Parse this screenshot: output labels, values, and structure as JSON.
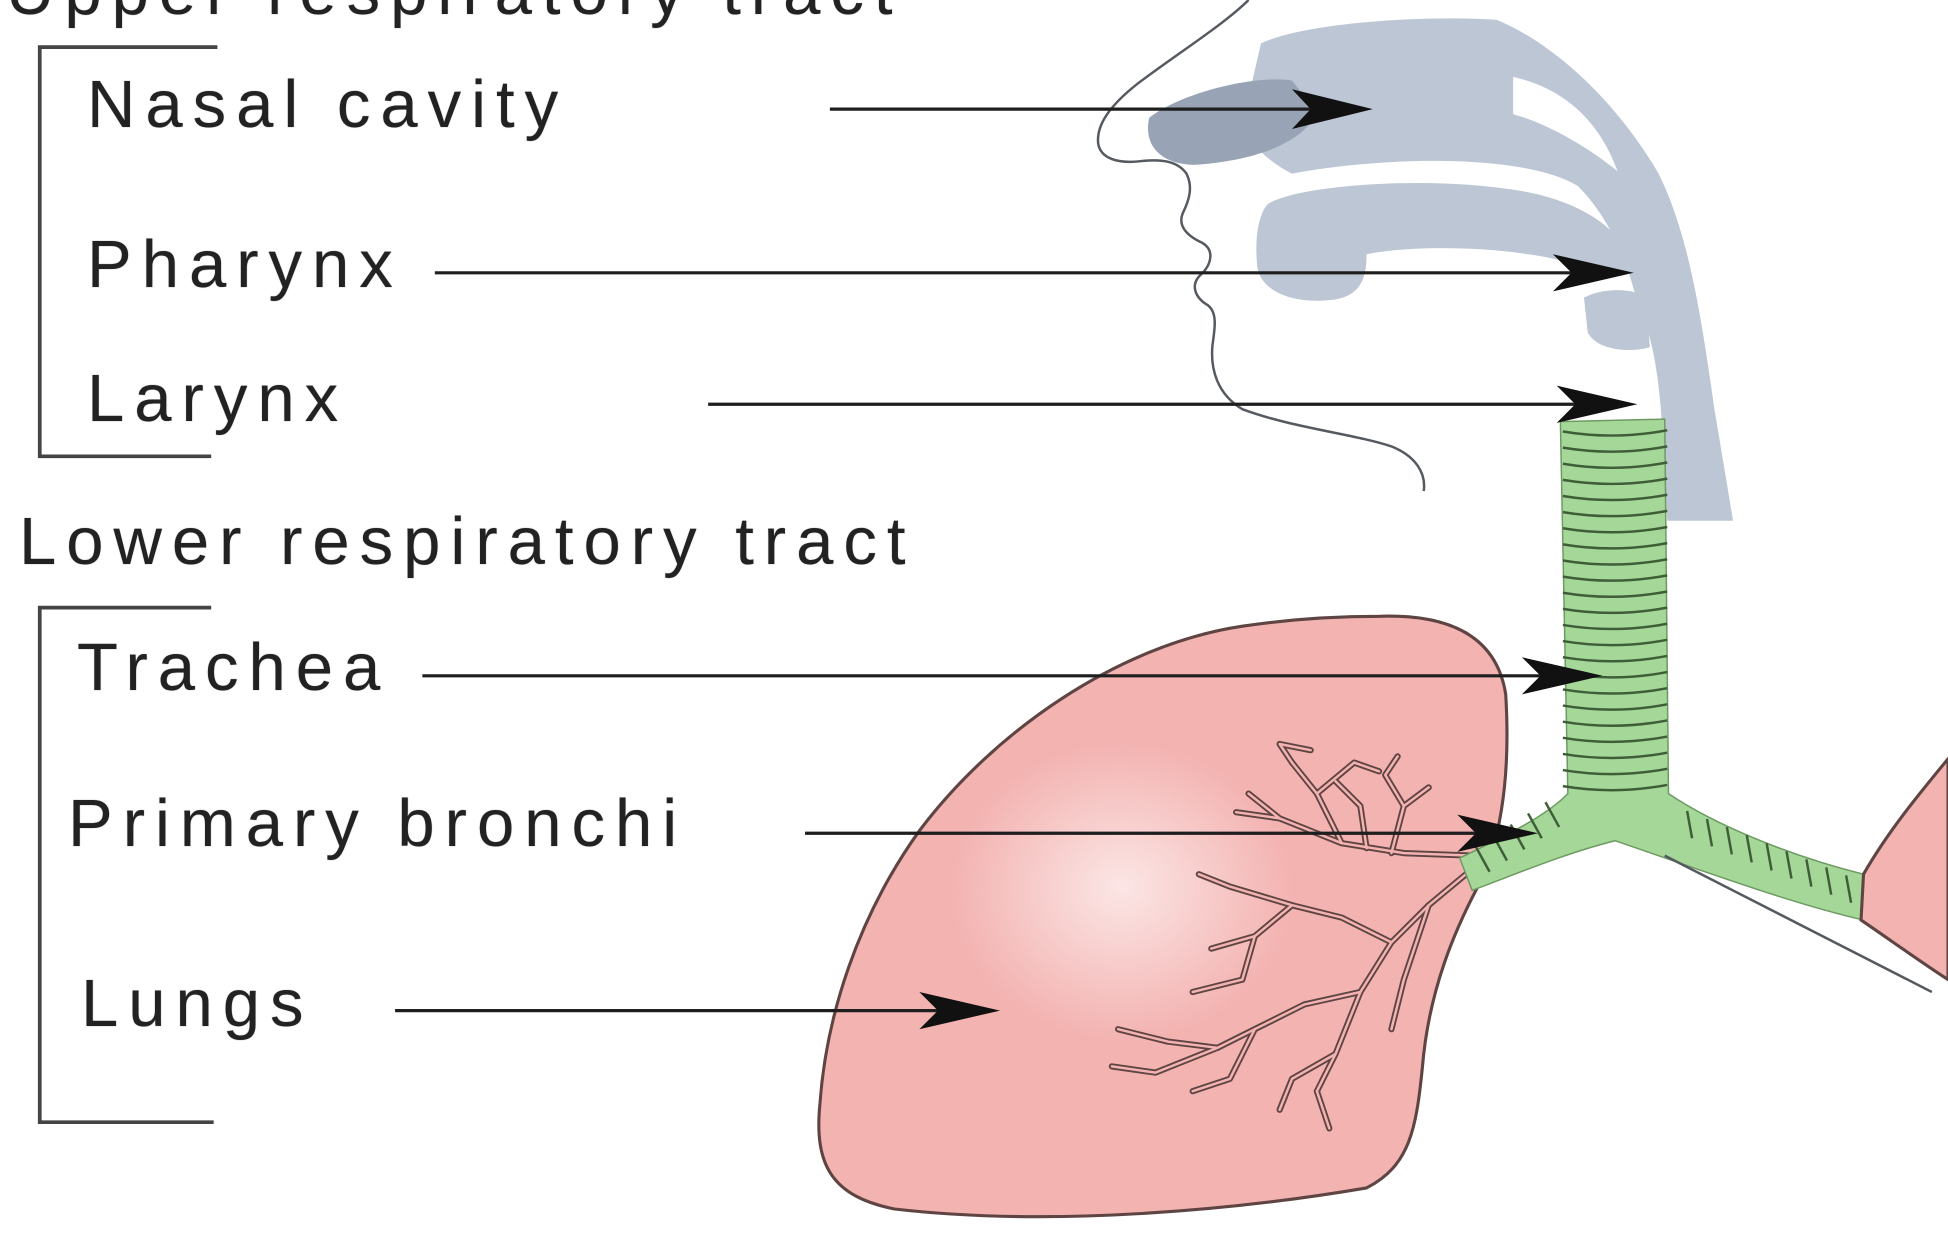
{
  "diagram": {
    "upper_tract": {
      "heading": "Upper respiratory tract",
      "parts": [
        "Nasal cavity",
        "Pharynx",
        "Larynx"
      ]
    },
    "lower_tract": {
      "heading": "Lower respiratory tract",
      "parts": [
        "Trachea",
        "Primary bronchi",
        "Lungs"
      ]
    }
  },
  "colors": {
    "upper_airway": "#bcc6d5",
    "nasal_shadow": "#98a4b6",
    "trachea_bronchi": "#a5d898",
    "trachea_rings": "#3f5e38",
    "lung": "#f3b3b1",
    "lung_outline": "#5e4442",
    "arrow": "#1e1e1e",
    "text": "#222222"
  }
}
